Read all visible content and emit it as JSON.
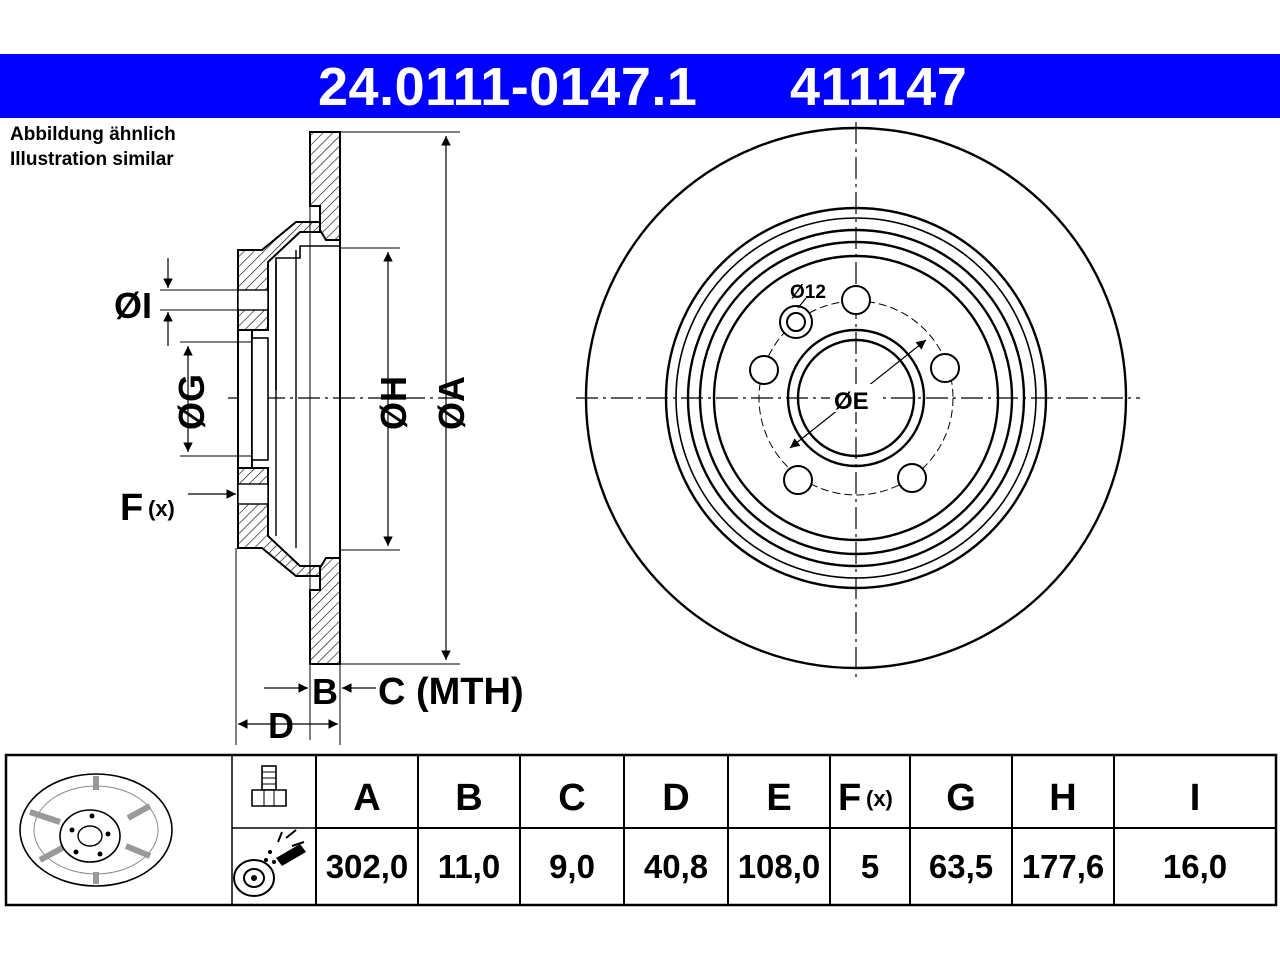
{
  "header": {
    "part_number": "24.0111-0147.1",
    "ate_number": "411147",
    "background_color": "#0000ff",
    "text_color": "#ffffff"
  },
  "note": {
    "de": "Abbildung ähnlich",
    "en": "Illustration similar"
  },
  "drawing_labels": {
    "dim_i": "ØI",
    "dim_g": "ØG",
    "dim_h": "ØH",
    "dim_a": "ØA",
    "dim_f": "F",
    "dim_f_sub": "(x)",
    "dim_b": "B",
    "dim_c": "C (MTH)",
    "dim_d": "D",
    "dim_e": "ØE",
    "hole_12": "Ø12"
  },
  "table": {
    "headers": [
      "A",
      "B",
      "C",
      "D",
      "E",
      "F",
      "G",
      "H",
      "I"
    ],
    "f_sub": "(x)",
    "values": [
      "302,0",
      "11,0",
      "9,0",
      "40,8",
      "108,0",
      "5",
      "63,5",
      "177,6",
      "16,0"
    ]
  },
  "icons": [
    "brake-disc-thumbnail-icon",
    "bolt-icon",
    "cleaning-spray-icon"
  ]
}
